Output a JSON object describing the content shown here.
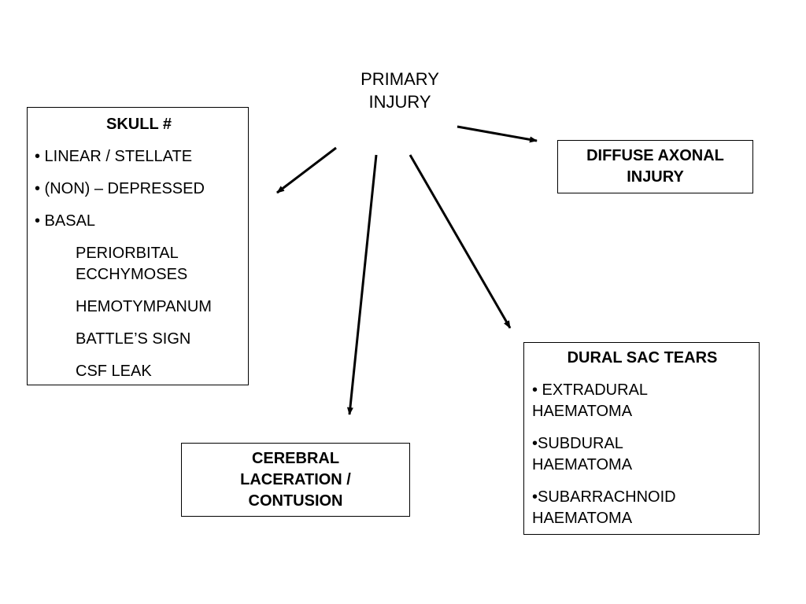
{
  "root": {
    "line1": "PRIMARY",
    "line2": "INJURY"
  },
  "skull": {
    "title": "SKULL #",
    "items": [
      "• LINEAR / STELLATE",
      "• (NON) – DEPRESSED",
      "• BASAL"
    ],
    "basal_signs": {
      "periorbital_line1": "PERIORBITAL",
      "periorbital_line2": "ECCHYMOSES",
      "hemotympanum": "HEMOTYMPANUM",
      "battles_sign": "BATTLE’S SIGN",
      "csf_leak": "CSF LEAK"
    }
  },
  "diffuse_axonal": {
    "line1": "DIFFUSE AXONAL",
    "line2": "INJURY"
  },
  "dural_sac": {
    "title": "DURAL SAC TEARS",
    "extradural_line1": "• EXTRADURAL",
    "extradural_line2": "HAEMATOMA",
    "subdural_line1": "•SUBDURAL",
    "subdural_line2": "HAEMATOMA",
    "subarachnoid_line1": "•SUBARRACHNOID",
    "subarachnoid_line2": "HAEMATOMA"
  },
  "cerebral": {
    "line1": "CEREBRAL",
    "line2": "LACERATION /",
    "line3": "CONTUSION"
  },
  "colors": {
    "ink": "#000000",
    "background": "#ffffff"
  }
}
